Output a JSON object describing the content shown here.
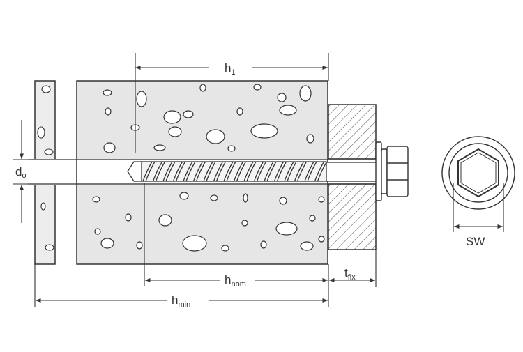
{
  "colors": {
    "line": "#333333",
    "concrete": "#e6e6e6",
    "plate": "#ededed",
    "background": "#ffffff"
  },
  "labels": {
    "h1": {
      "main": "h",
      "sub": "1"
    },
    "d0": {
      "main": "d",
      "sub": "o"
    },
    "hnom": {
      "main": "h",
      "sub": "nom"
    },
    "hmin": {
      "main": "h",
      "sub": "min"
    },
    "tfix": {
      "main": "t",
      "sub": "fix"
    },
    "sw": {
      "main": "SW"
    }
  }
}
